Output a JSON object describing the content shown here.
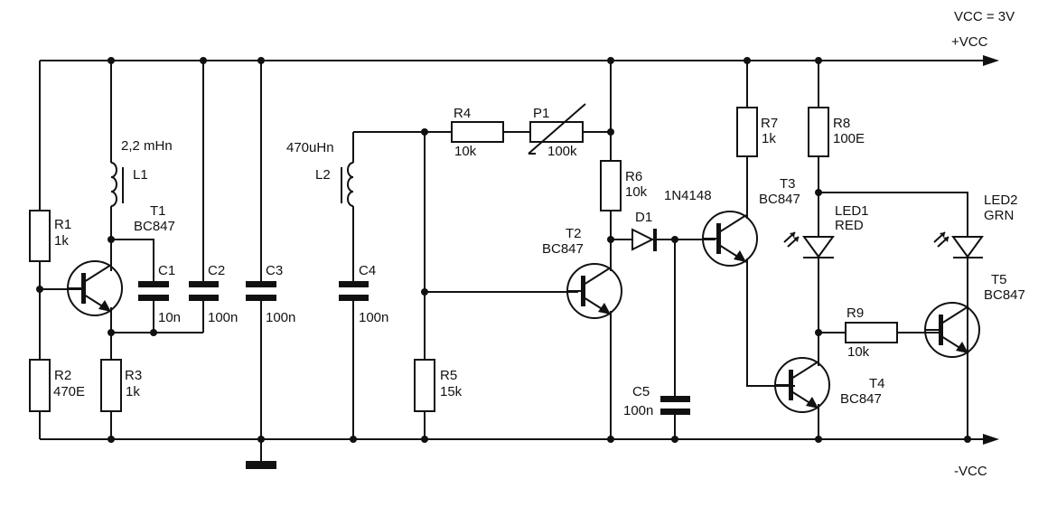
{
  "supply": {
    "voltage_label": "VCC = 3V",
    "positive_rail": "+VCC",
    "negative_rail": "-VCC"
  },
  "components": {
    "R1": {
      "ref": "R1",
      "value": "1k"
    },
    "R2": {
      "ref": "R2",
      "value": "470E"
    },
    "R3": {
      "ref": "R3",
      "value": "1k"
    },
    "R4": {
      "ref": "R4",
      "value": "10k"
    },
    "P1": {
      "ref": "P1",
      "value": "100k"
    },
    "R5": {
      "ref": "R5",
      "value": "15k"
    },
    "R6": {
      "ref": "R6",
      "value": "10k"
    },
    "R7": {
      "ref": "R7",
      "value": "1k"
    },
    "R8": {
      "ref": "R8",
      "value": "100E"
    },
    "R9": {
      "ref": "R9",
      "value": "10k"
    },
    "L1": {
      "ref": "L1",
      "value": "2,2 mHn"
    },
    "L2": {
      "ref": "L2",
      "value": "470uHn"
    },
    "C1": {
      "ref": "C1",
      "value": "10n"
    },
    "C2": {
      "ref": "C2",
      "value": "100n"
    },
    "C3": {
      "ref": "C3",
      "value": "100n"
    },
    "C4": {
      "ref": "C4",
      "value": "100n"
    },
    "C5": {
      "ref": "C5",
      "value": "100n"
    },
    "D1": {
      "ref": "D1",
      "value": "1N4148"
    },
    "T1": {
      "ref": "T1",
      "value": "BC847"
    },
    "T2": {
      "ref": "T2",
      "value": "BC847"
    },
    "T3": {
      "ref": "T3",
      "value": "BC847"
    },
    "T4": {
      "ref": "T4",
      "value": "BC847"
    },
    "T5": {
      "ref": "T5",
      "value": "BC847"
    },
    "LED1": {
      "ref": "LED1",
      "value": "RED"
    },
    "LED2": {
      "ref": "LED2",
      "value": "GRN"
    }
  }
}
